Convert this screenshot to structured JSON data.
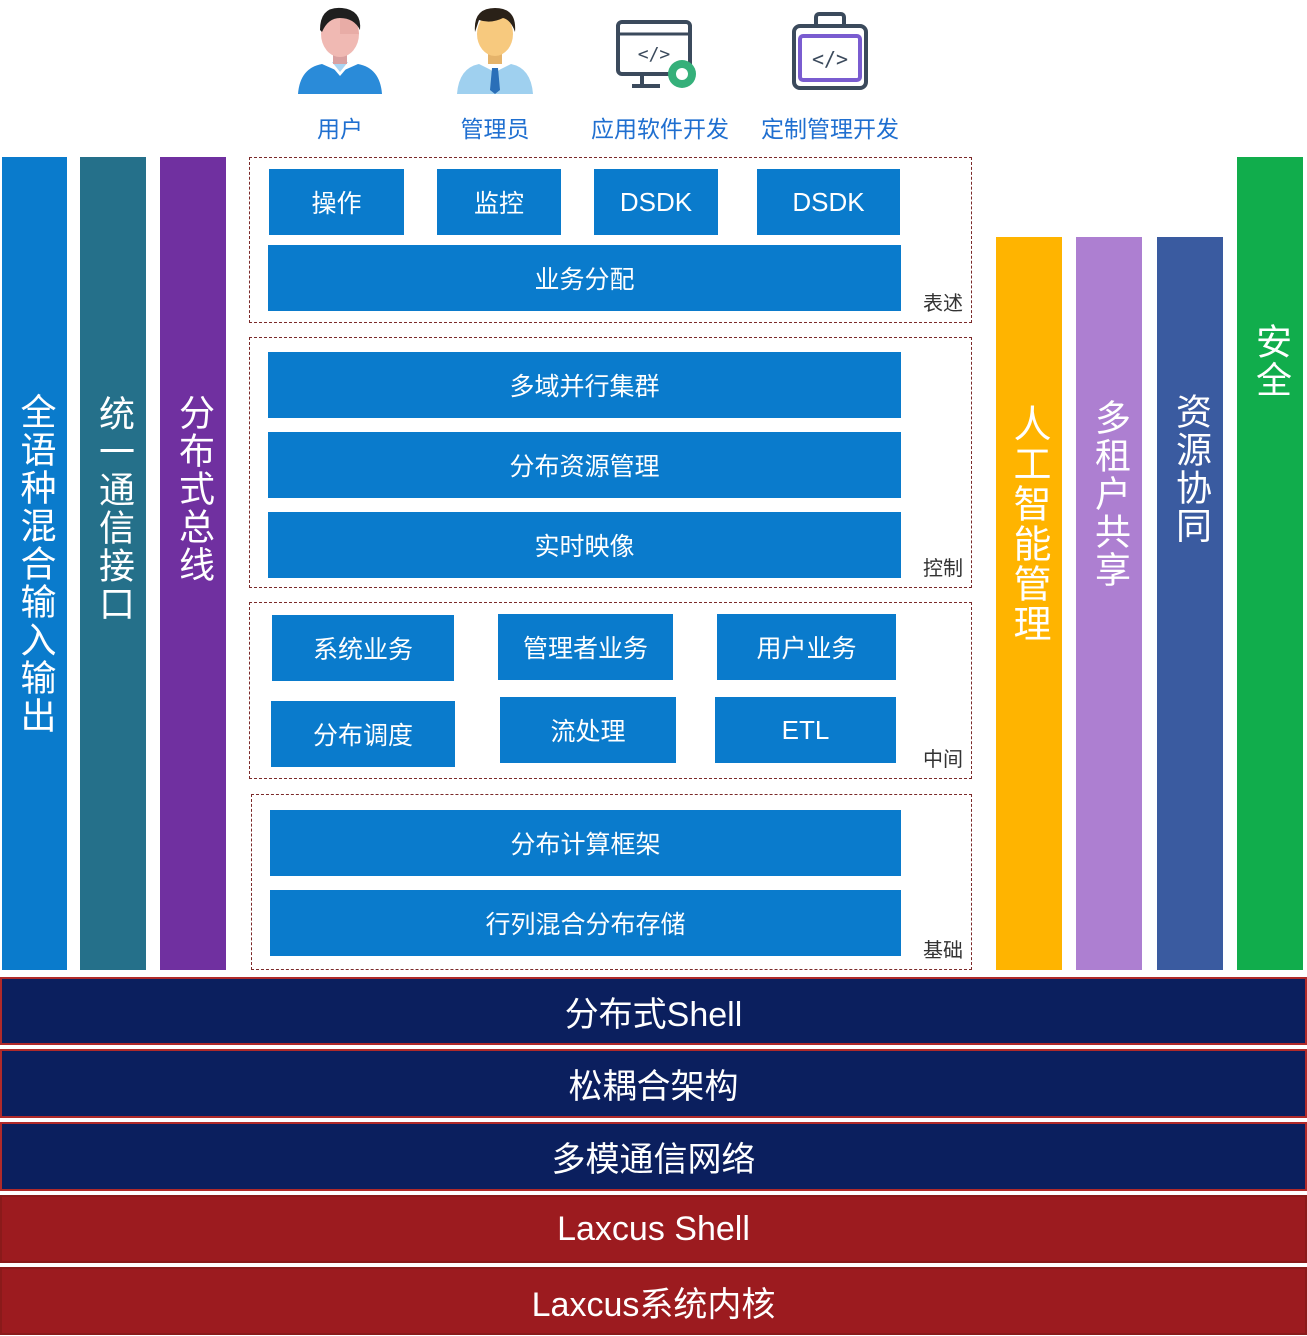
{
  "personas": [
    {
      "label": "用户",
      "icon": "user-icon"
    },
    {
      "label": "管理员",
      "icon": "admin-icon"
    },
    {
      "label": "应用软件开发",
      "icon": "app-dev-icon"
    },
    {
      "label": "定制管理开发",
      "icon": "code-dev-icon"
    }
  ],
  "left_pillars": [
    {
      "label": "全语种混合输入输出",
      "color": "#0a7bcc"
    },
    {
      "label": "统一通信接口",
      "color": "#25708a"
    },
    {
      "label": "分布式总线",
      "color": "#7030a0"
    }
  ],
  "right_pillars": [
    {
      "label": "人工智能管理",
      "color": "#ffb400"
    },
    {
      "label": "多租户共享",
      "color": "#ad7fd1"
    },
    {
      "label": "资源协同",
      "color": "#3a5ba0"
    },
    {
      "label": "安全",
      "color": "#11ad4c"
    }
  ],
  "groups": {
    "expression": {
      "label": "表述",
      "boxes": [
        "操作",
        "监控",
        "DSDK",
        "DSDK"
      ],
      "wide": "业务分配"
    },
    "control": {
      "label": "控制",
      "boxes": [
        "多域并行集群",
        "分布资源管理",
        "实时映像"
      ]
    },
    "middle": {
      "label": "中间",
      "boxes": [
        "系统业务",
        "管理者业务",
        "用户业务",
        "分布调度",
        "流处理",
        "ETL"
      ]
    },
    "base": {
      "label": "基础",
      "boxes": [
        "分布计算框架",
        "行列混合分布存储"
      ]
    }
  },
  "layers": [
    {
      "label": "分布式Shell",
      "color": "#0b1f5e"
    },
    {
      "label": "松耦合架构",
      "color": "#0b1f5e"
    },
    {
      "label": "多模通信网络",
      "color": "#0b1f5e"
    },
    {
      "label": "Laxcus Shell",
      "color": "#9c1b1f"
    },
    {
      "label": "Laxcus系统内核",
      "color": "#9c1b1f"
    }
  ]
}
